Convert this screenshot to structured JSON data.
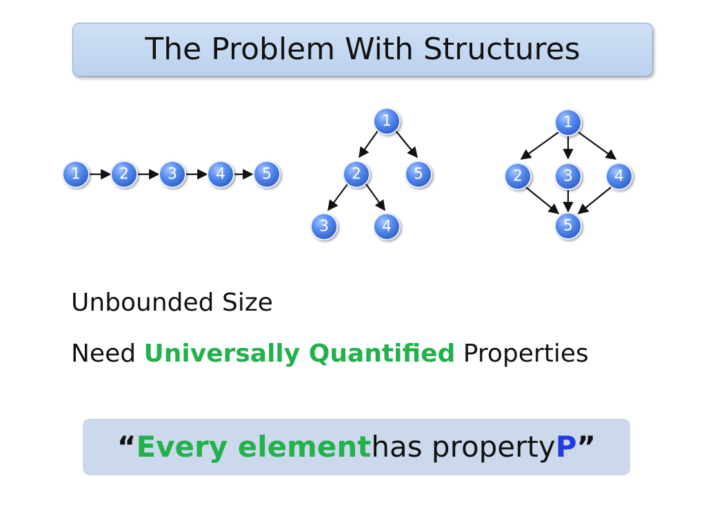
{
  "slide": {
    "title": "The Problem With Structures"
  },
  "diagrams": {
    "list": {
      "nodes": [
        "1",
        "2",
        "3",
        "4",
        "5"
      ]
    },
    "tree": {
      "nodes": [
        "1",
        "2",
        "5",
        "3",
        "4"
      ]
    },
    "dag": {
      "nodes": [
        "1",
        "2",
        "3",
        "4",
        "5"
      ]
    }
  },
  "bullets": {
    "line1": "Unbounded Size",
    "line2_prefix": "Need ",
    "line2_highlight": "Universally Quantified",
    "line2_suffix": " Properties"
  },
  "quote": {
    "open": "“",
    "highlight": "Every element",
    "middle": " has property ",
    "variable": "P",
    "close": "”"
  },
  "colors": {
    "node_fill": "#4f81e0",
    "highlight_green": "#22b14c",
    "highlight_blue": "#1f3ce8",
    "title_box": "#c6d9f1",
    "quote_box": "#ccd9ec"
  }
}
